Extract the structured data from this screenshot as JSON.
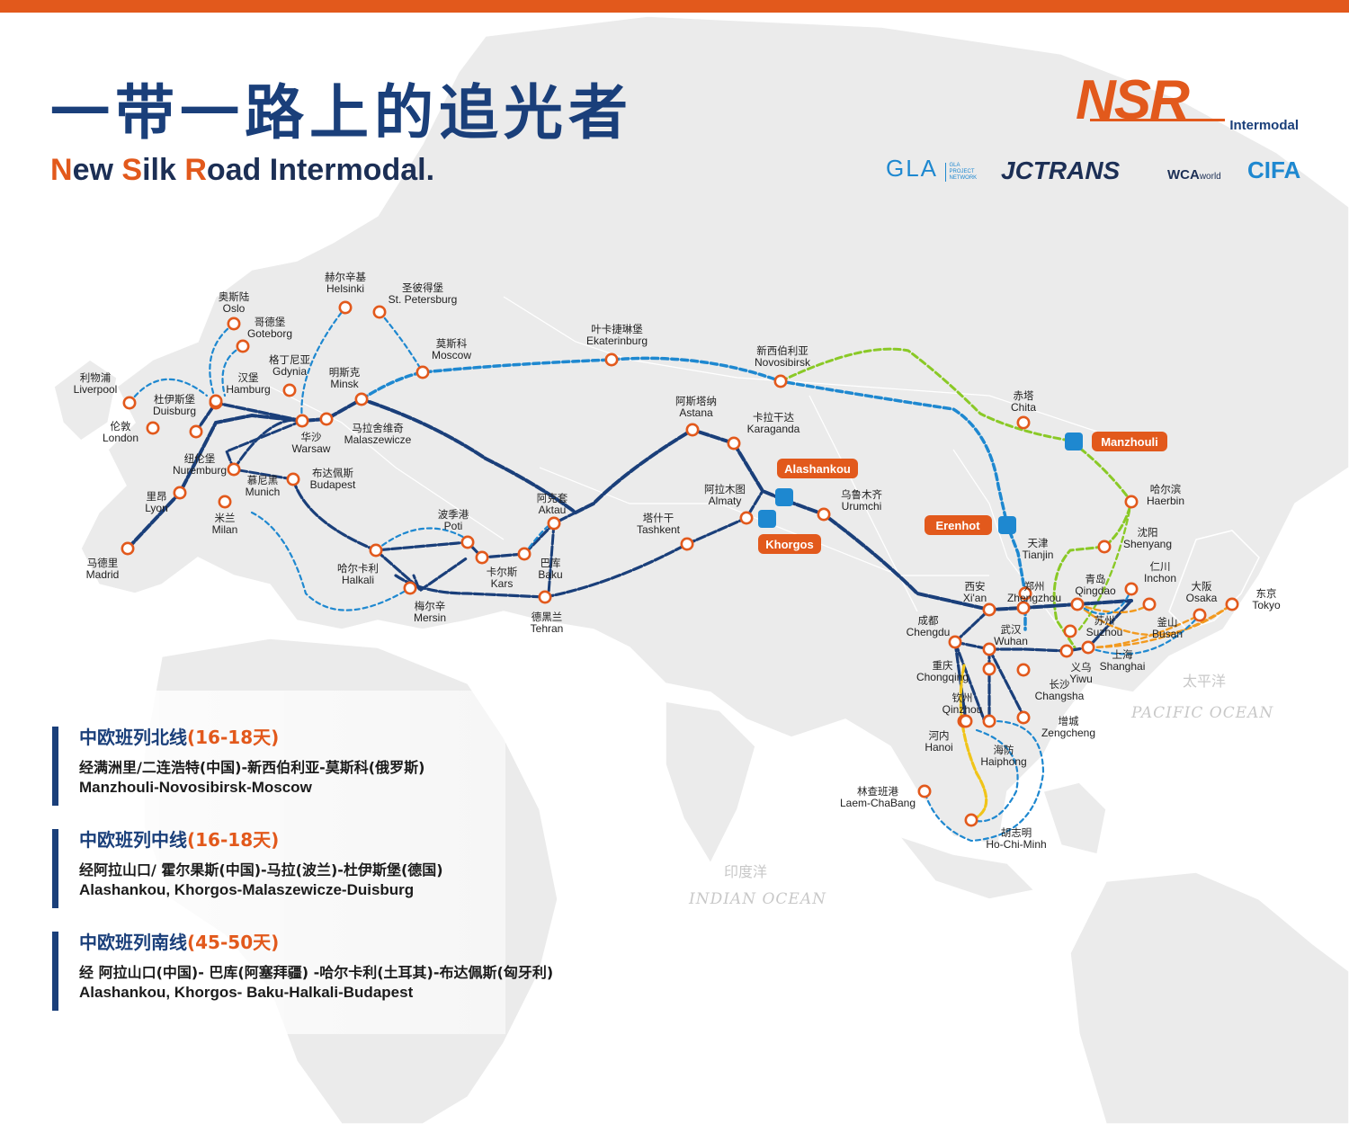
{
  "header": {
    "title_cn": "一带一路上的追光者",
    "title_en_parts": [
      "N",
      "ew ",
      "S",
      "ilk ",
      "R",
      "oad Intermodal."
    ],
    "accent_color": "#e2591c",
    "navy_color": "#1a3f7a"
  },
  "logo": {
    "main": "NSR",
    "sub": "Intermodal"
  },
  "partners": {
    "gla": "GLA",
    "gla_sub1": "GLA",
    "gla_sub2": "PROJECT",
    "gla_sub3": "NETWORK",
    "jctrans": "JCTRANS",
    "wca": "WCA",
    "wca_sub": "world",
    "cifa": "CIFA"
  },
  "oceans": {
    "pacific_cn": "太平洋",
    "pacific_en": "PACIFIC OCEAN",
    "indian_cn": "印度洋",
    "indian_en": "INDIAN OCEAN"
  },
  "border_crossings": [
    "Alashankou",
    "Khorgos",
    "Erenhot",
    "Manzhouli"
  ],
  "cities": [
    {
      "key": "oslo",
      "cn": "奥斯陆",
      "en": "Oslo"
    },
    {
      "key": "goteborg",
      "cn": "哥德堡",
      "en": "Goteborg"
    },
    {
      "key": "helsinki",
      "cn": "赫尔辛基",
      "en": "Helsinki"
    },
    {
      "key": "stpete",
      "cn": "圣彼得堡",
      "en": "St. Petersburg"
    },
    {
      "key": "moscow",
      "cn": "莫斯科",
      "en": "Moscow"
    },
    {
      "key": "ekat",
      "cn": "叶卡捷琳堡",
      "en": "Ekaterinburg"
    },
    {
      "key": "novosib",
      "cn": "新西伯利亚",
      "en": "Novosibirsk"
    },
    {
      "key": "chita",
      "cn": "赤塔",
      "en": "Chita"
    },
    {
      "key": "liverpool",
      "cn": "利物浦",
      "en": "Liverpool"
    },
    {
      "key": "london",
      "cn": "伦敦",
      "en": "London"
    },
    {
      "key": "duisburg",
      "cn": "杜伊斯堡",
      "en": "Duisburg"
    },
    {
      "key": "hamburg",
      "cn": "汉堡",
      "en": "Hamburg"
    },
    {
      "key": "gdynia",
      "cn": "格丁尼亚",
      "en": "Gdynia"
    },
    {
      "key": "minsk",
      "cn": "明斯克",
      "en": "Minsk"
    },
    {
      "key": "warsaw",
      "cn": "华沙",
      "en": "Warsaw"
    },
    {
      "key": "malas",
      "cn": "马拉舍维奇",
      "en": "Malaszewicze"
    },
    {
      "key": "nuremburg",
      "cn": "纽伦堡",
      "en": "Nuremburg"
    },
    {
      "key": "munich",
      "cn": "慕尼黑",
      "en": "Munich"
    },
    {
      "key": "budapest",
      "cn": "布达佩斯",
      "en": "Budapest"
    },
    {
      "key": "lyon",
      "cn": "里昂",
      "en": "Lyon"
    },
    {
      "key": "milan",
      "cn": "米兰",
      "en": "Milan"
    },
    {
      "key": "madrid",
      "cn": "马德里",
      "en": "Madrid"
    },
    {
      "key": "halkali",
      "cn": "哈尔卡利",
      "en": "Halkali"
    },
    {
      "key": "mersin",
      "cn": "梅尔辛",
      "en": "Mersin"
    },
    {
      "key": "poti",
      "cn": "波季港",
      "en": "Poti"
    },
    {
      "key": "kars",
      "cn": "卡尔斯",
      "en": "Kars"
    },
    {
      "key": "baku",
      "cn": "巴库",
      "en": "Baku"
    },
    {
      "key": "aktau",
      "cn": "阿克套",
      "en": "Aktau"
    },
    {
      "key": "tehran",
      "cn": "德黑兰",
      "en": "Tehran"
    },
    {
      "key": "tashkent",
      "cn": "塔什干",
      "en": "Tashkent"
    },
    {
      "key": "astana",
      "cn": "阿斯塔纳",
      "en": "Astana"
    },
    {
      "key": "karaganda",
      "cn": "卡拉干达",
      "en": "Karaganda"
    },
    {
      "key": "almaty",
      "cn": "阿拉木图",
      "en": "Almaty"
    },
    {
      "key": "urumchi",
      "cn": "乌鲁木齐",
      "en": "Urumchi"
    },
    {
      "key": "tianjin",
      "cn": "天津",
      "en": "Tianjin"
    },
    {
      "key": "haerbin",
      "cn": "哈尔滨",
      "en": "Haerbin"
    },
    {
      "key": "shenyang",
      "cn": "沈阳",
      "en": "Shenyang"
    },
    {
      "key": "xian",
      "cn": "西安",
      "en": "Xi'an"
    },
    {
      "key": "zhengzhou",
      "cn": "郑州",
      "en": "Zhengzhou"
    },
    {
      "key": "qingdao",
      "cn": "青岛",
      "en": "Qingdao"
    },
    {
      "key": "inchon",
      "cn": "仁川",
      "en": "Inchon"
    },
    {
      "key": "osaka",
      "cn": "大阪",
      "en": "Osaka"
    },
    {
      "key": "tokyo",
      "cn": "东京",
      "en": "Tokyo"
    },
    {
      "key": "busan",
      "cn": "釜山",
      "en": "Busan"
    },
    {
      "key": "suzhou",
      "cn": "苏州",
      "en": "Suzhou"
    },
    {
      "key": "shanghai",
      "cn": "上海",
      "en": "Shanghai"
    },
    {
      "key": "yiwu",
      "cn": "义乌",
      "en": "Yiwu"
    },
    {
      "key": "chengdu",
      "cn": "成都",
      "en": "Chengdu"
    },
    {
      "key": "wuhan",
      "cn": "武汉",
      "en": "Wuhan"
    },
    {
      "key": "chongqing",
      "cn": "重庆",
      "en": "Chongqing"
    },
    {
      "key": "changsha",
      "cn": "长沙",
      "en": "Changsha"
    },
    {
      "key": "qinzhou",
      "cn": "钦州",
      "en": "Qinzhou"
    },
    {
      "key": "zengcheng",
      "cn": "增城",
      "en": "Zengcheng"
    },
    {
      "key": "hanoi",
      "cn": "河内",
      "en": "Hanoi"
    },
    {
      "key": "haiphong",
      "cn": "海防",
      "en": "Haiphong"
    },
    {
      "key": "laem",
      "cn": "林查班港",
      "en": "Laem-ChaBang"
    },
    {
      "key": "hcm",
      "cn": "胡志明",
      "en": "Ho-Chi-Minh"
    }
  ],
  "legend": {
    "routes": [
      {
        "title": "中欧班列北线",
        "days": "(16-18天)",
        "cn": "经满洲里/二连浩特(中国)-新西伯利亚-莫斯科(俄罗斯)",
        "en": "Manzhouli-Novosibirsk-Moscow"
      },
      {
        "title": "中欧班列中线",
        "days": "(16-18天)",
        "cn": "经阿拉山口/ 霍尔果斯(中国)-马拉(波兰)-杜伊斯堡(德国)",
        "en": "Alashankou, Khorgos-Malaszewicze-Duisburg"
      },
      {
        "title": "中欧班列南线",
        "days": "(45-50天)",
        "cn": "经 阿拉山口(中国)- 巴库(阿塞拜疆) -哈尔卡利(土耳其)-布达佩斯(匈牙利)",
        "en": "Alashankou, Khorgos- Baku-Halkali-Budapest"
      }
    ]
  }
}
